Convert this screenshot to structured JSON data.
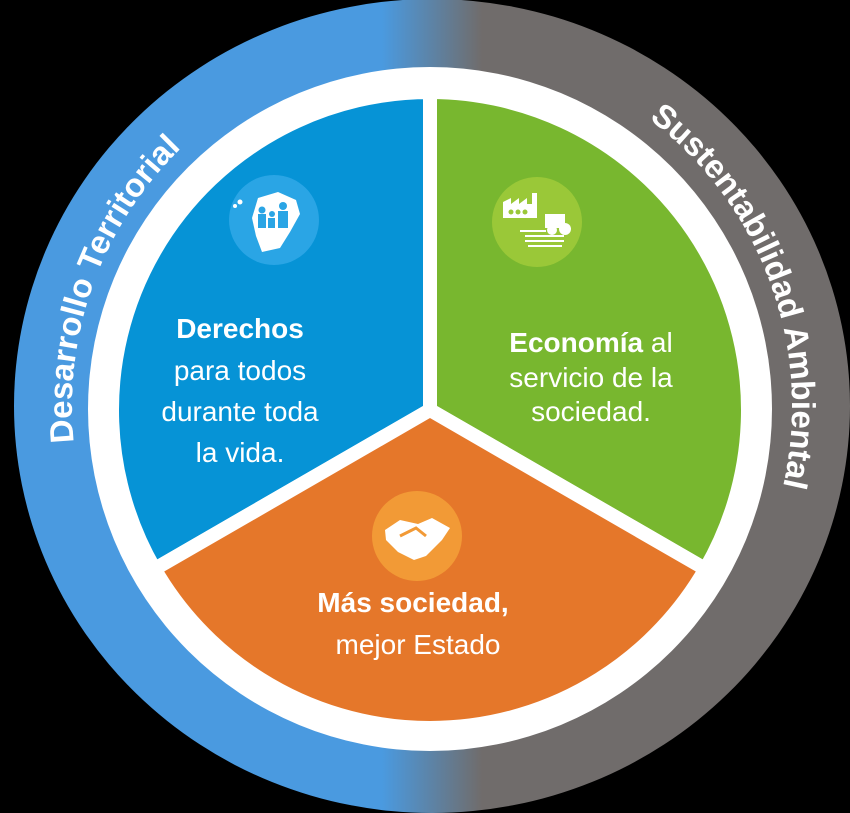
{
  "ring": {
    "left_label": "Desarrollo Territorial",
    "right_label": "Sustentabilidad Ambiental"
  },
  "sectors": [
    {
      "id": "derechos",
      "bold": "Derechos",
      "lines": [
        "para todos",
        "durante toda",
        "la vida."
      ],
      "color": "#0693d6",
      "icon": "ecuador-map-family-icon"
    },
    {
      "id": "economia",
      "bold": "Economía",
      "bold_suffix": " al",
      "lines": [
        "servicio de la",
        "sociedad."
      ],
      "color": "#78b72f",
      "icon": "factory-tractor-icon"
    },
    {
      "id": "sociedad",
      "bold": "Más sociedad,",
      "lines": [
        "mejor Estado"
      ],
      "color": "#e5772a",
      "icon": "handshake-icon"
    }
  ],
  "colors": {
    "ring_blue": "#4a9ae0",
    "ring_gray": "#706c6b",
    "white": "#ffffff"
  }
}
